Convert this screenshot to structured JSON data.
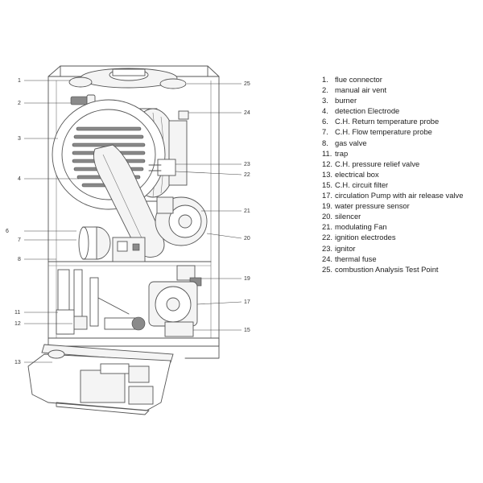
{
  "callouts": [
    {
      "n": "1"
    },
    {
      "n": "2"
    },
    {
      "n": "3"
    },
    {
      "n": "4"
    },
    {
      "n": "6"
    },
    {
      "n": "7"
    },
    {
      "n": "8"
    },
    {
      "n": "11"
    },
    {
      "n": "12"
    },
    {
      "n": "13"
    },
    {
      "n": "25"
    },
    {
      "n": "24"
    },
    {
      "n": "23"
    },
    {
      "n": "22"
    },
    {
      "n": "21"
    },
    {
      "n": "20"
    },
    {
      "n": "19"
    },
    {
      "n": "17"
    },
    {
      "n": "15"
    }
  ],
  "legend": [
    {
      "num": "1.",
      "label": "flue connector"
    },
    {
      "num": "2.",
      "label": "manual air vent"
    },
    {
      "num": "3.",
      "label": "burner"
    },
    {
      "num": "4.",
      "label": "detection Electrode"
    },
    {
      "num": "6.",
      "label": "C.H. Return temperature probe"
    },
    {
      "num": "7.",
      "label": "C.H. Flow temperature probe"
    },
    {
      "num": "8.",
      "label": "gas valve"
    },
    {
      "num": "11.",
      "label": "trap"
    },
    {
      "num": "12.",
      "label": "C.H. pressure relief valve"
    },
    {
      "num": "13.",
      "label": "electrical box"
    },
    {
      "num": "15.",
      "label": "C.H. circuit filter"
    },
    {
      "num": "17.",
      "label": "circulation Pump with air release valve"
    },
    {
      "num": "19.",
      "label": "water pressure sensor"
    },
    {
      "num": "20.",
      "label": "silencer"
    },
    {
      "num": "21.",
      "label": "modulating Fan"
    },
    {
      "num": "22.",
      "label": "ignition electrodes"
    },
    {
      "num": "23.",
      "label": "ignitor"
    },
    {
      "num": "24.",
      "label": "thermal fuse"
    },
    {
      "num": "25.",
      "label": "combustion Analysis Test Point"
    }
  ]
}
